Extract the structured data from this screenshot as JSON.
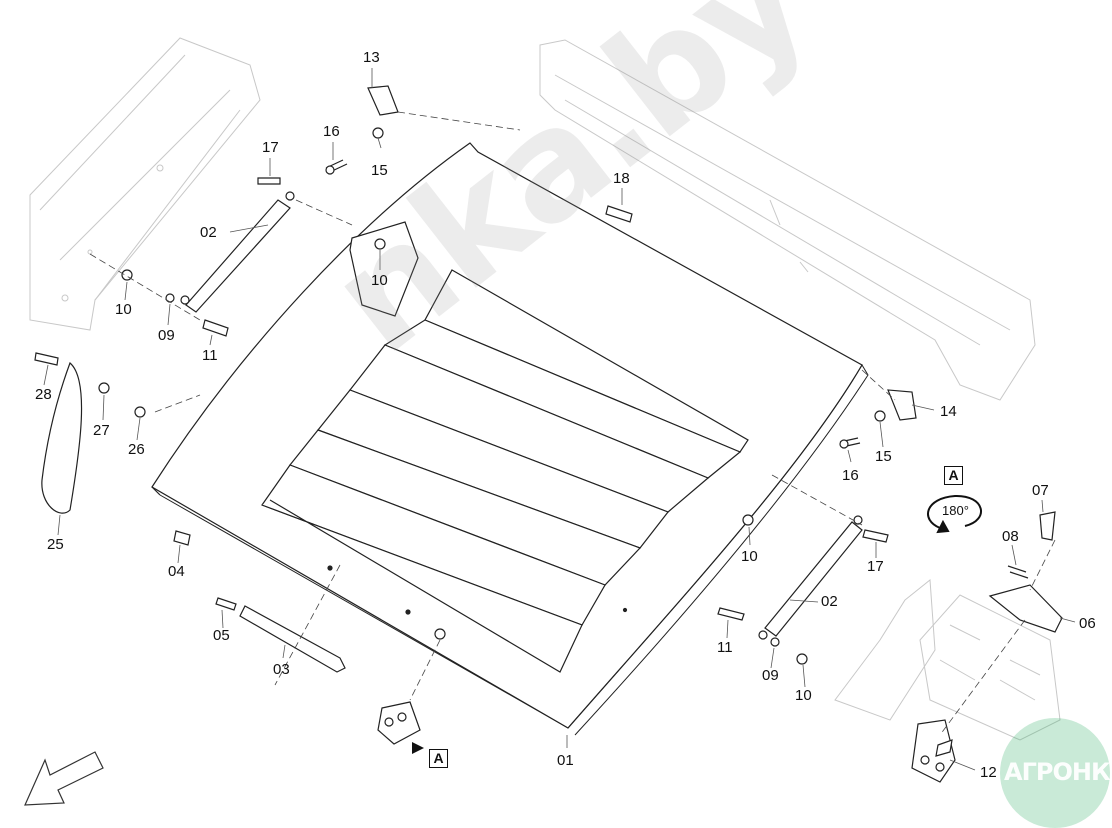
{
  "callouts": {
    "c01": "01",
    "c02a": "02",
    "c02b": "02",
    "c03": "03",
    "c04": "04",
    "c05": "05",
    "c06": "06",
    "c07": "07",
    "c08": "08",
    "c09a": "09",
    "c09b": "09",
    "c10a": "10",
    "c10b": "10",
    "c10c": "10",
    "c10d": "10",
    "c11a": "11",
    "c11b": "11",
    "c12": "12",
    "c13": "13",
    "c14": "14",
    "c15a": "15",
    "c15b": "15",
    "c16a": "16",
    "c16b": "16",
    "c17a": "17",
    "c17b": "17",
    "c18": "18",
    "c25": "25",
    "c26": "26",
    "c27": "27",
    "c28": "28"
  },
  "detail_marker": "A",
  "rotation_label": "180°",
  "watermark": "nka.by",
  "logo": "АГРОНКА",
  "icons": {
    "rotation": "rotate-180-icon",
    "direction": "direction-arrow-icon"
  }
}
